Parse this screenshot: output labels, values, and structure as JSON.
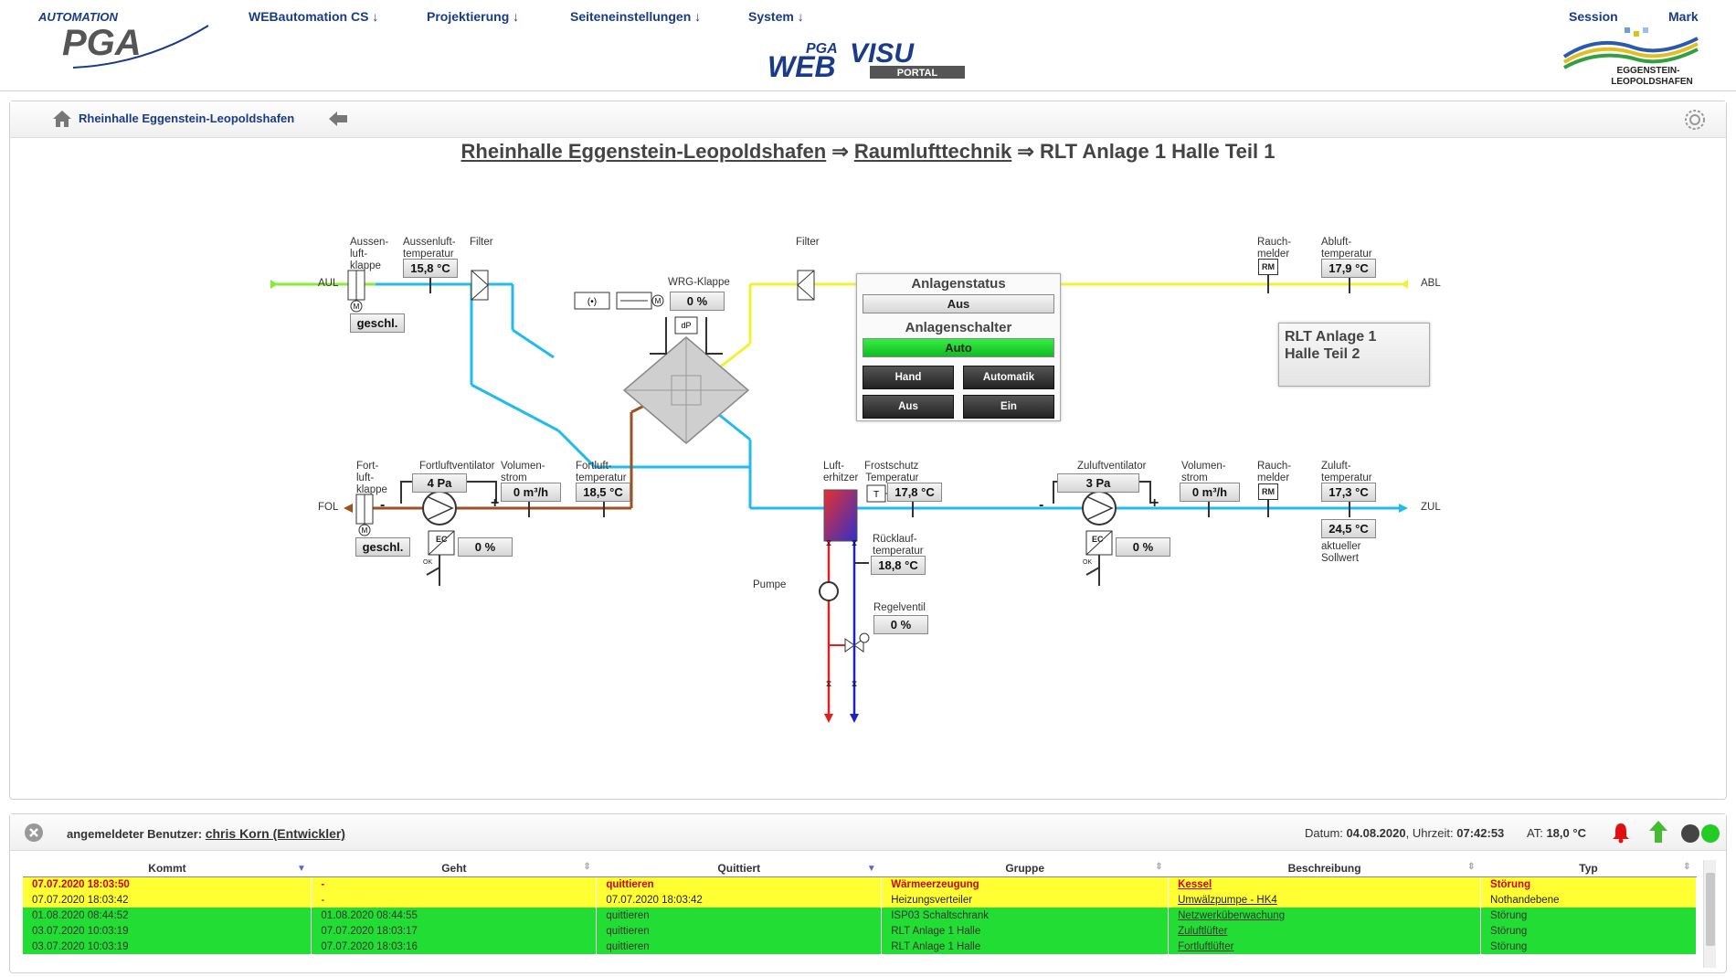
{
  "header": {
    "logo_automation": "AUTOMATION",
    "logo_pga": "PGA",
    "nav": [
      {
        "label": "WEBautomation CS ↓"
      },
      {
        "label": "Projektierung ↓"
      },
      {
        "label": "Seiteneinstellungen ↓"
      },
      {
        "label": "System ↓"
      },
      {
        "label": "Session"
      },
      {
        "label": "Mark"
      }
    ],
    "webvisu_pga": "PGA",
    "webvisu_web": "WEB",
    "webvisu_visu": "VISU",
    "webvisu_portal": "PORTAL",
    "town_line1": "EGGENSTEIN-",
    "town_line2": "LEOPOLDSHAFEN"
  },
  "breadcrumb": {
    "home_label": "Rheinhalle Eggenstein-Leopoldshafen"
  },
  "title": {
    "part1": "Rheinhalle Eggenstein-Leopoldshafen",
    "sep1": " ⇒ ",
    "part2": "Raumlufttechnik",
    "sep2": " ⇒ ",
    "part3": "RLT Anlage 1 Halle Teil 1"
  },
  "schema": {
    "aul": "AUL",
    "abl": "ABL",
    "fol": "FOL",
    "zul": "ZUL",
    "aussenluftklappe_label": "Aussen-\nluft-\nklappe",
    "aussenluftklappe_value": "geschl.",
    "aussenlufttemp_label": "Aussenluft-\ntemperatur",
    "aussenlufttemp_value": "15,8 °C",
    "filter1_label": "Filter",
    "filter2_label": "Filter",
    "wrg_label": "WRG-Klappe",
    "wrg_value": "0 %",
    "dp_label": "dP",
    "rauchmelder1_label": "Rauch-\nmelder",
    "rm1": "RM",
    "ablufttemp_label": "Abluft-\ntemperatur",
    "ablufttemp_value": "17,9 °C",
    "fortluftklappe_label": "Fort-\nluft-\nklappe",
    "fortluftklappe_value": "geschl.",
    "fortluftventilator_label": "Fortluftventilator",
    "fortluftventilator_pressure": "4 Pa",
    "fortluftventilator_percent": "0 %",
    "volumen1_label": "Volumen-\nstrom",
    "volumen1_value": "0 m³/h",
    "fortlufttemp_label": "Fortluft-\ntemperatur",
    "fortlufttemp_value": "18,5 °C",
    "luft_erhitzer_label": "Luft-\nerhitzer",
    "frostschutz_label": "Frostschutz\nTemperatur",
    "frostschutz_value": "17,8 °C",
    "t_label": "T",
    "ruecklauf_label": "Rücklauf-\ntemperatur",
    "ruecklauf_value": "18,8 °C",
    "pumpe_label": "Pumpe",
    "regelventil_label": "Regelventil",
    "regelventil_value": "0 %",
    "zuluftventilator_label": "Zuluftventilator",
    "zuluftventilator_pressure": "3 Pa",
    "zuluftventilator_percent": "0 %",
    "volumen2_label": "Volumen-\nstrom",
    "volumen2_value": "0 m³/h",
    "rauchmelder2_label": "Rauch-\nmelder",
    "rm2": "RM",
    "zulufttemp_label": "Zuluft-\ntemperatur",
    "zulufttemp_value": "17,3 °C",
    "sollwert_value": "24,5 °C",
    "sollwert_label": "aktueller\nSollwert",
    "ec": "EC",
    "ok": "OK",
    "minus": "-",
    "plus": "+"
  },
  "status_panel": {
    "anlagenstatus_label": "Anlagenstatus",
    "anlagenstatus_value": "Aus",
    "anlagenschalter_label": "Anlagenschalter",
    "anlagenschalter_value": "Auto",
    "btn_hand": "Hand",
    "btn_automatik": "Automatik",
    "btn_aus": "Aus",
    "btn_ein": "Ein"
  },
  "link_panel": {
    "line1": "RLT Anlage 1",
    "line2": "Halle Teil 2"
  },
  "footer": {
    "user_prefix": "angemeldeter Benutzer:",
    "user_name": "chris Korn (Entwickler)",
    "date_prefix": "Datum:",
    "date_value": "04.08.2020",
    "time_prefix": ", Uhrzeit:",
    "time_value": "07:42:53",
    "at_prefix": "AT:",
    "at_value": "18,0 °C"
  },
  "alarms": {
    "columns": [
      "Kommt",
      "Geht",
      "Quittiert",
      "Gruppe",
      "Beschreibung",
      "Typ"
    ],
    "rows": [
      {
        "kommt": "07.07.2020 18:03:50",
        "geht": "-",
        "quittiert": "quittieren",
        "gruppe": "Wärmeerzeugung",
        "beschreibung": "Kessel",
        "typ": "Störung"
      },
      {
        "kommt": "07.07.2020 18:03:42",
        "geht": "-",
        "quittiert": "07.07.2020 18:03:42",
        "gruppe": "Heizungsverteiler",
        "beschreibung": "Umwälzpumpe - HK4",
        "typ": "Nothandebene"
      },
      {
        "kommt": "01.08.2020 08:44:52",
        "geht": "01.08.2020 08:44:55",
        "quittiert": "quittieren",
        "gruppe": "ISP03 Schaltschrank",
        "beschreibung": "Netzwerküberwachung",
        "typ": "Störung"
      },
      {
        "kommt": "03.07.2020 10:03:19",
        "geht": "07.07.2020 18:03:17",
        "quittiert": "quittieren",
        "gruppe": "RLT Anlage 1 Halle",
        "beschreibung": "Zuluftlüfter",
        "typ": "Störung"
      },
      {
        "kommt": "03.07.2020 10:03:19",
        "geht": "07.07.2020 18:03:16",
        "quittiert": "quittieren",
        "gruppe": "RLT Anlage 1 Halle",
        "beschreibung": "Fortluftlüfter",
        "typ": "Störung"
      }
    ]
  },
  "colors": {
    "fresh_air": "#88ee33",
    "supply_air": "#22bbee",
    "extract_air": "#f2f233",
    "exhaust_air": "#a0521e",
    "status_green": "#22dd33",
    "alarm_yellow": "#ffff33",
    "accent_blue": "#1a3a8a"
  }
}
